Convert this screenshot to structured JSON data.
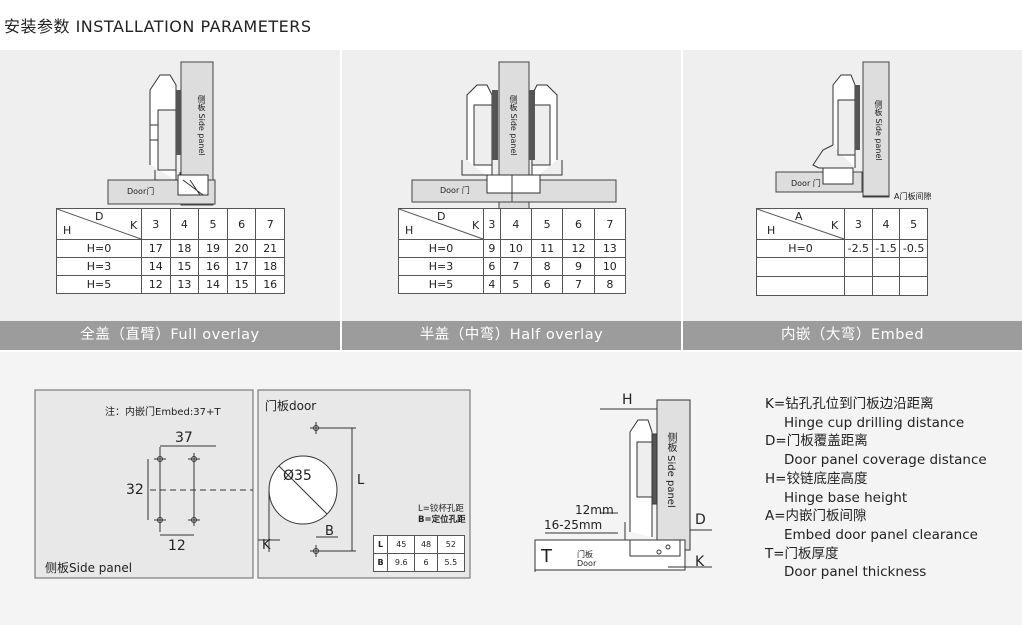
{
  "title": "安装参数  INSTALLATION PARAMETERS",
  "panels": [
    {
      "label": "全盖（直臂）Full overlay",
      "drawing": {
        "door": "Door门",
        "side": "侧板 Side panel"
      },
      "table": {
        "corner_top": "D",
        "corner_right": "K",
        "corner_left": "H",
        "cols": [
          "3",
          "4",
          "5",
          "6",
          "7"
        ],
        "rows": [
          {
            "h": "H=0",
            "v": [
              "17",
              "18",
              "19",
              "20",
              "21"
            ]
          },
          {
            "h": "H=3",
            "v": [
              "14",
              "15",
              "16",
              "17",
              "18"
            ]
          },
          {
            "h": "H=5",
            "v": [
              "12",
              "13",
              "14",
              "15",
              "16"
            ]
          }
        ]
      }
    },
    {
      "label": "半盖（中弯）Half overlay",
      "drawing": {
        "door": "Door 门",
        "side": "侧板 Side panel"
      },
      "table": {
        "corner_top": "D",
        "corner_right": "K",
        "corner_left": "H",
        "cols": [
          "3",
          "4",
          "5",
          "6",
          "7"
        ],
        "rows": [
          {
            "h": "H=0",
            "v": [
              "9",
              "10",
              "11",
              "12",
              "13"
            ]
          },
          {
            "h": "H=3",
            "v": [
              "6",
              "7",
              "8",
              "9",
              "10"
            ]
          },
          {
            "h": "H=5",
            "v": [
              "4",
              "5",
              "6",
              "7",
              "8"
            ]
          }
        ]
      }
    },
    {
      "label": "内嵌（大弯）Embed",
      "drawing": {
        "door": "Door 门",
        "side": "侧板 Side panel",
        "gap": "A门板间隙"
      },
      "table": {
        "corner_top": "A",
        "corner_right": "K",
        "corner_left": "H",
        "cols": [
          "3",
          "4",
          "5"
        ],
        "rows": [
          {
            "h": "H=0",
            "v": [
              "-2.5",
              "-1.5",
              "-0.5"
            ]
          },
          {
            "h": "",
            "v": [
              "",
              "",
              ""
            ]
          },
          {
            "h": "",
            "v": [
              "",
              "",
              ""
            ]
          }
        ]
      }
    }
  ],
  "side_drawing": {
    "note": "注：内嵌门Embed:37+T",
    "dim_37": "37",
    "dim_32": "32",
    "dim_12": "12",
    "label": "侧板Side panel"
  },
  "door_drawing": {
    "label": "门板door",
    "dia": "Ø35",
    "l": "L",
    "b": "B",
    "k": "K",
    "note1": "L=铰杯孔距",
    "note2": "B=定位孔距",
    "lb_table": {
      "rows": [
        {
          "h": "L",
          "v": [
            "45",
            "48",
            "52"
          ]
        },
        {
          "h": "B",
          "v": [
            "9.6",
            "6",
            "5.5"
          ]
        }
      ]
    }
  },
  "section_drawing": {
    "h": "H",
    "d": "D",
    "k": "K",
    "t": "T",
    "dim1": "12mm",
    "dim2": "16-25mm",
    "door_cn": "门板",
    "door_en": "Door",
    "side": "侧板 Side panel"
  },
  "legend": [
    {
      "cn": "K=钻孔孔位到门板边沿距离",
      "en": "Hinge cup drilling distance"
    },
    {
      "cn": "D=门板覆盖距离",
      "en": "Door panel coverage distance"
    },
    {
      "cn": "H=铰链底座高度",
      "en": "Hinge base height"
    },
    {
      "cn": "A=内嵌门板间隙",
      "en": "Embed door panel clearance"
    },
    {
      "cn": "T=门板厚度",
      "en": "Door panel thickness"
    }
  ]
}
